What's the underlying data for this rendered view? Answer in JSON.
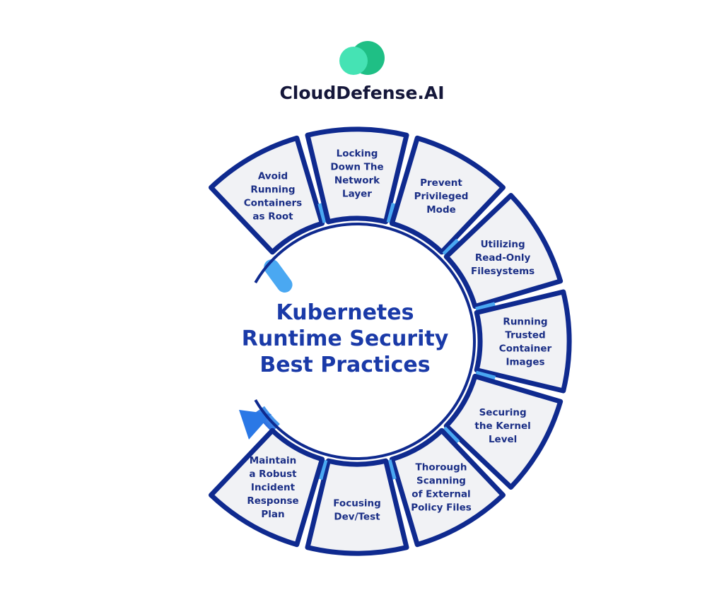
{
  "brand": {
    "name": "CloudDefense.AI",
    "logo_colors": [
      "#3fe0b0",
      "#1fbf85"
    ]
  },
  "title": {
    "lines": [
      "Kubernetes",
      "Runtime Security",
      "Best Practices"
    ]
  },
  "colors": {
    "segment_border": "#0f2a8f",
    "segment_fill": "#f1f2f5",
    "connector": "#4aa8f2",
    "title": "#1a3aa8"
  },
  "practices": [
    {
      "lines": [
        "Avoid",
        "Running",
        "Containers",
        "as Root"
      ]
    },
    {
      "lines": [
        "Locking",
        "Down The",
        "Network",
        "Layer"
      ]
    },
    {
      "lines": [
        "Prevent",
        "Privileged",
        "Mode"
      ]
    },
    {
      "lines": [
        "Utilizing",
        "Read-Only",
        "Filesystems"
      ]
    },
    {
      "lines": [
        "Running",
        "Trusted",
        "Container",
        "Images"
      ]
    },
    {
      "lines": [
        "Securing",
        "the Kernel",
        "Level"
      ]
    },
    {
      "lines": [
        "Thorough",
        "Scanning",
        "of External",
        "Policy Files"
      ]
    },
    {
      "lines": [
        "Focusing",
        "Dev/Test"
      ]
    },
    {
      "lines": [
        "Maintain",
        "a Robust",
        "Incident",
        "Response",
        "Plan"
      ]
    }
  ]
}
